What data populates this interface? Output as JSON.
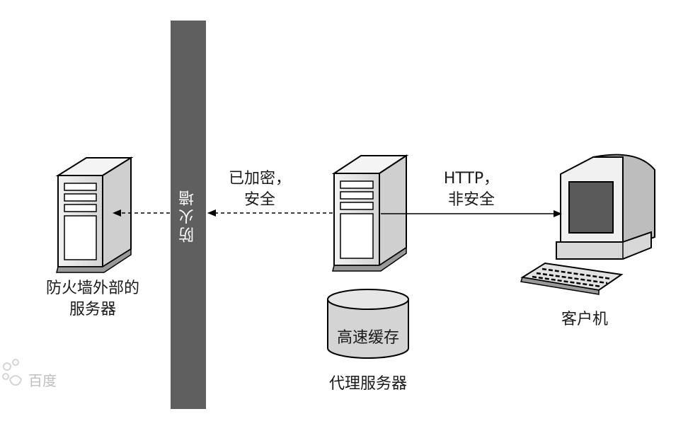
{
  "firewall": {
    "label": "防火墙"
  },
  "external_server": {
    "label_line1": "防火墙外部的",
    "label_line2": "服务器"
  },
  "encrypted_link": {
    "label_line1": "已加密，",
    "label_line2": "安全"
  },
  "http_link": {
    "label_line1": "HTTP，",
    "label_line2": "非安全"
  },
  "proxy_server": {
    "label": "代理服务器"
  },
  "cache": {
    "label": "高速缓存"
  },
  "client": {
    "label": "客户机"
  },
  "watermark": {
    "text": "百度"
  },
  "colors": {
    "firewall": "#5f5f5f",
    "device_fill": "#e8e8e8",
    "line": "#000000"
  }
}
